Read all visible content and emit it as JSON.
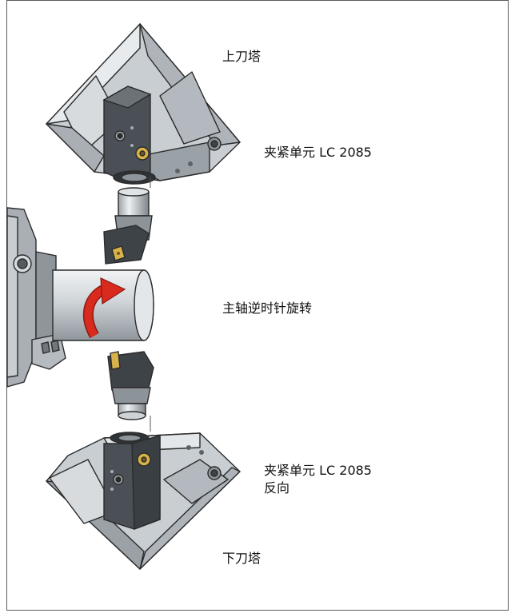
{
  "labels": {
    "upper_turret": "上刀塔",
    "clamp_unit_top": "夹紧单元 LC 2085",
    "spindle_ccw": "主轴逆时针旋转",
    "clamp_unit_bottom_line1": "夹紧单元 LC 2085",
    "clamp_unit_bottom_line2": "反向",
    "lower_turret": "下刀塔"
  },
  "colors": {
    "steel_light": "#d9dde0",
    "steel_mid": "#b9bfc4",
    "steel_dark": "#8e959b",
    "steel_shadow": "#6f767c",
    "edge": "#2b2b2b",
    "tool_dark": "#3e4347",
    "insert_gold": "#d8b24a",
    "arrow_red": "#d92a1e",
    "frame": "#5a5a5a"
  }
}
